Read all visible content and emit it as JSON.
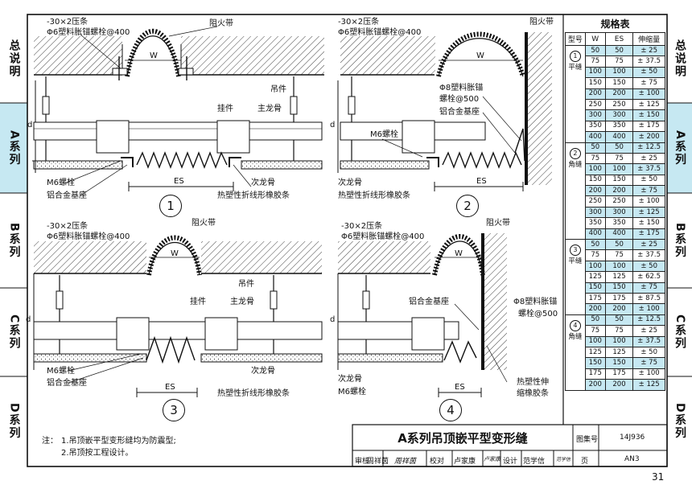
{
  "side_tabs_left": [
    {
      "label": "总说明",
      "highlight": false
    },
    {
      "label": "A系列",
      "highlight": true
    },
    {
      "label": "B系列",
      "highlight": false
    },
    {
      "label": "C系列",
      "highlight": false
    },
    {
      "label": "D系列",
      "highlight": false
    }
  ],
  "side_tabs_right": [
    {
      "label": "总说明",
      "highlight": false
    },
    {
      "label": "A系列",
      "highlight": true
    },
    {
      "label": "B系列",
      "highlight": false
    },
    {
      "label": "C系列",
      "highlight": false
    },
    {
      "label": "D系列",
      "highlight": false
    }
  ],
  "details": {
    "d1": {
      "number": "1",
      "strip": "-30×2压条",
      "bolt": "Φ6塑料胀锚螺栓@400",
      "fire_belt": "阻火带",
      "w": "W",
      "d": "d",
      "hanger": "吊件",
      "hook": "挂件",
      "main_keel": "主龙骨",
      "m6": "M6螺栓",
      "base": "铝合金基座",
      "es": "ES",
      "sub_keel": "次龙骨",
      "rubber": "热塑性折线形橡胶条"
    },
    "d2": {
      "number": "2",
      "strip": "-30×2压条",
      "bolt": "Φ6塑料胀锚螺栓@400",
      "fire_belt": "阻火带",
      "w": "W",
      "d": "d",
      "anchor_l1": "Φ8塑料胀锚",
      "anchor_l2": "螺栓@500",
      "base": "铝合金基座",
      "m6": "M6螺栓",
      "sub_keel": "次龙骨",
      "rubber": "热塑性折线形橡胶条",
      "es": "ES"
    },
    "d3": {
      "number": "3",
      "strip": "-30×2压条",
      "bolt": "Φ6塑料胀锚螺栓@400",
      "fire_belt": "阻火带",
      "w": "W",
      "d": "d",
      "hanger": "吊件",
      "hook": "挂件",
      "main_keel": "主龙骨",
      "m6": "M6螺栓",
      "base": "铝合金基座",
      "es": "ES",
      "sub_keel": "次龙骨",
      "rubber": "热塑性折线形橡胶条"
    },
    "d4": {
      "number": "4",
      "strip": "-30×2压条",
      "bolt": "Φ6塑料胀锚螺栓@400",
      "fire_belt": "阻火带",
      "w": "W",
      "d": "d",
      "base": "铝合金基座",
      "anchor_l1": "Φ8塑料胀锚",
      "anchor_l2": "螺栓@500",
      "es": "ES",
      "sub_keel": "次龙骨",
      "m6": "M6螺栓",
      "rubber_l1": "热塑性伸",
      "rubber_l2": "缩橡胶条"
    }
  },
  "spec_table": {
    "title": "规格表",
    "headers": [
      "型号",
      "W",
      "ES",
      "伸缩量"
    ],
    "groups": [
      {
        "number": "1",
        "type": "平缝",
        "rows": [
          [
            "50",
            "50",
            "± 25"
          ],
          [
            "75",
            "75",
            "± 37.5"
          ],
          [
            "100",
            "100",
            "± 50"
          ],
          [
            "150",
            "150",
            "± 75"
          ],
          [
            "200",
            "200",
            "± 100"
          ],
          [
            "250",
            "250",
            "± 125"
          ],
          [
            "300",
            "300",
            "± 150"
          ],
          [
            "350",
            "350",
            "± 175"
          ],
          [
            "400",
            "400",
            "± 200"
          ]
        ]
      },
      {
        "number": "2",
        "type": "角缝",
        "rows": [
          [
            "50",
            "50",
            "± 12.5"
          ],
          [
            "75",
            "75",
            "± 25"
          ],
          [
            "100",
            "100",
            "± 37.5"
          ],
          [
            "150",
            "150",
            "± 50"
          ],
          [
            "200",
            "200",
            "± 75"
          ],
          [
            "250",
            "250",
            "± 100"
          ],
          [
            "300",
            "300",
            "± 125"
          ],
          [
            "350",
            "350",
            "± 150"
          ],
          [
            "400",
            "400",
            "± 175"
          ]
        ]
      },
      {
        "number": "3",
        "type": "平缝",
        "rows": [
          [
            "50",
            "50",
            "± 25"
          ],
          [
            "75",
            "75",
            "± 37.5"
          ],
          [
            "100",
            "100",
            "± 50"
          ],
          [
            "125",
            "125",
            "± 62.5"
          ],
          [
            "150",
            "150",
            "± 75"
          ],
          [
            "175",
            "175",
            "± 87.5"
          ],
          [
            "200",
            "200",
            "± 100"
          ]
        ]
      },
      {
        "number": "4",
        "type": "角缝",
        "rows": [
          [
            "50",
            "50",
            "± 12.5"
          ],
          [
            "75",
            "75",
            "± 25"
          ],
          [
            "100",
            "100",
            "± 37.5"
          ],
          [
            "125",
            "125",
            "± 50"
          ],
          [
            "150",
            "150",
            "± 75"
          ],
          [
            "175",
            "175",
            "± 100"
          ],
          [
            "200",
            "200",
            "± 125"
          ]
        ]
      }
    ]
  },
  "notes": {
    "prefix": "注：",
    "items": [
      "1.吊顶嵌平型变形缝均为防震型;",
      "2.吊顶按工程设计。"
    ]
  },
  "title_block": {
    "title": "A系列吊顶嵌平型变形缝",
    "atlas_label": "图集号",
    "atlas_no": "14J936",
    "review_label": "审核",
    "reviewer": "周祥茵",
    "reviewer_sig": "周祥茵",
    "check_label": "校对",
    "checker": "卢家康",
    "checker_sig": "卢家康",
    "design_label": "设计",
    "designer": "范学信",
    "designer_sig": "范学信",
    "page_label": "页",
    "page_code": "AN3"
  },
  "page_number": "31",
  "colors": {
    "highlight": "#c6e8f2",
    "line": "#111111"
  }
}
